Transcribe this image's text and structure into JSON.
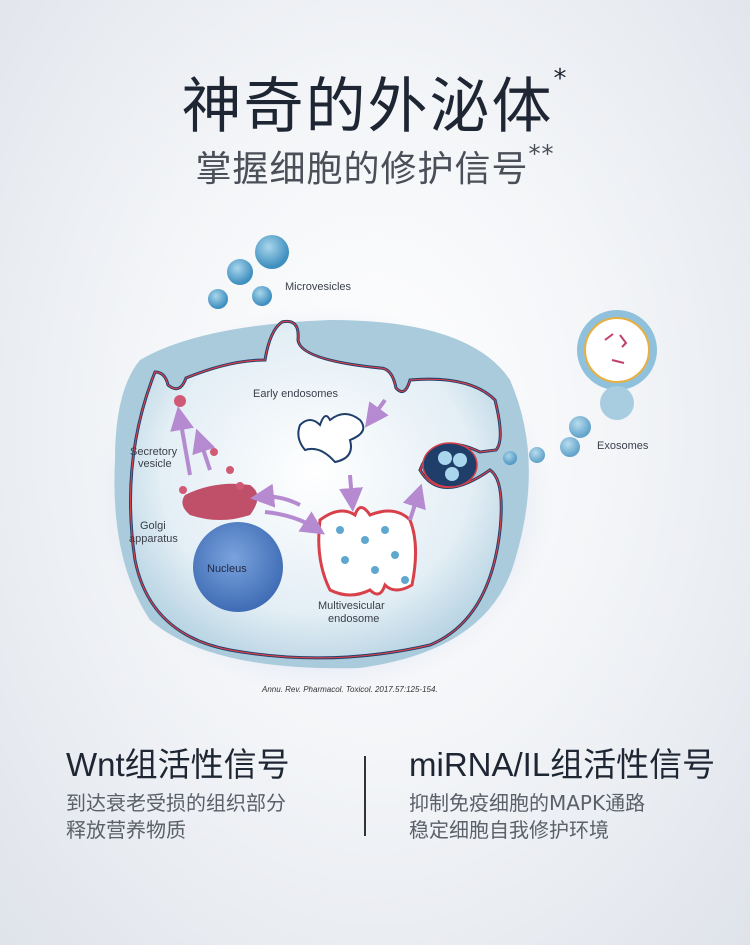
{
  "header": {
    "title": "神奇的外泌体",
    "title_mark": "*",
    "subtitle": "掌握细胞的修护信号",
    "subtitle_mark": "**"
  },
  "diagram": {
    "labels": {
      "microvesicles": "Microvesicles",
      "early_endosomes": "Early endosomes",
      "secretory_1": "Secretory",
      "secretory_2": "vesicle",
      "golgi_1": "Golgi",
      "golgi_2": "apparatus",
      "nucleus": "Nucleus",
      "mve_1": "Multivesicular",
      "mve_2": "endosome",
      "exosomes": "Exosomes"
    },
    "citation": "Annu. Rev. Pharmacol. Toxicol. 2017.57:125-154."
  },
  "features": [
    {
      "heading": "Wnt组活性信号",
      "lines": [
        "到达衰老受损的组织部分",
        "释放营养物质"
      ]
    },
    {
      "heading": "miRNA/IL组活性信号",
      "lines": [
        "抑制免疫细胞的MAPK通路",
        "稳定细胞自我修护环境"
      ]
    }
  ],
  "colors": {
    "membrane_red": "#d8404a",
    "membrane_blue": "#1f3f6a",
    "cell_fill": "#cfe4ee",
    "nucleus": "#4f7fc4",
    "golgi": "#c0506a",
    "arrow": "#b58ad0",
    "vesicle": "#6aaed0"
  }
}
